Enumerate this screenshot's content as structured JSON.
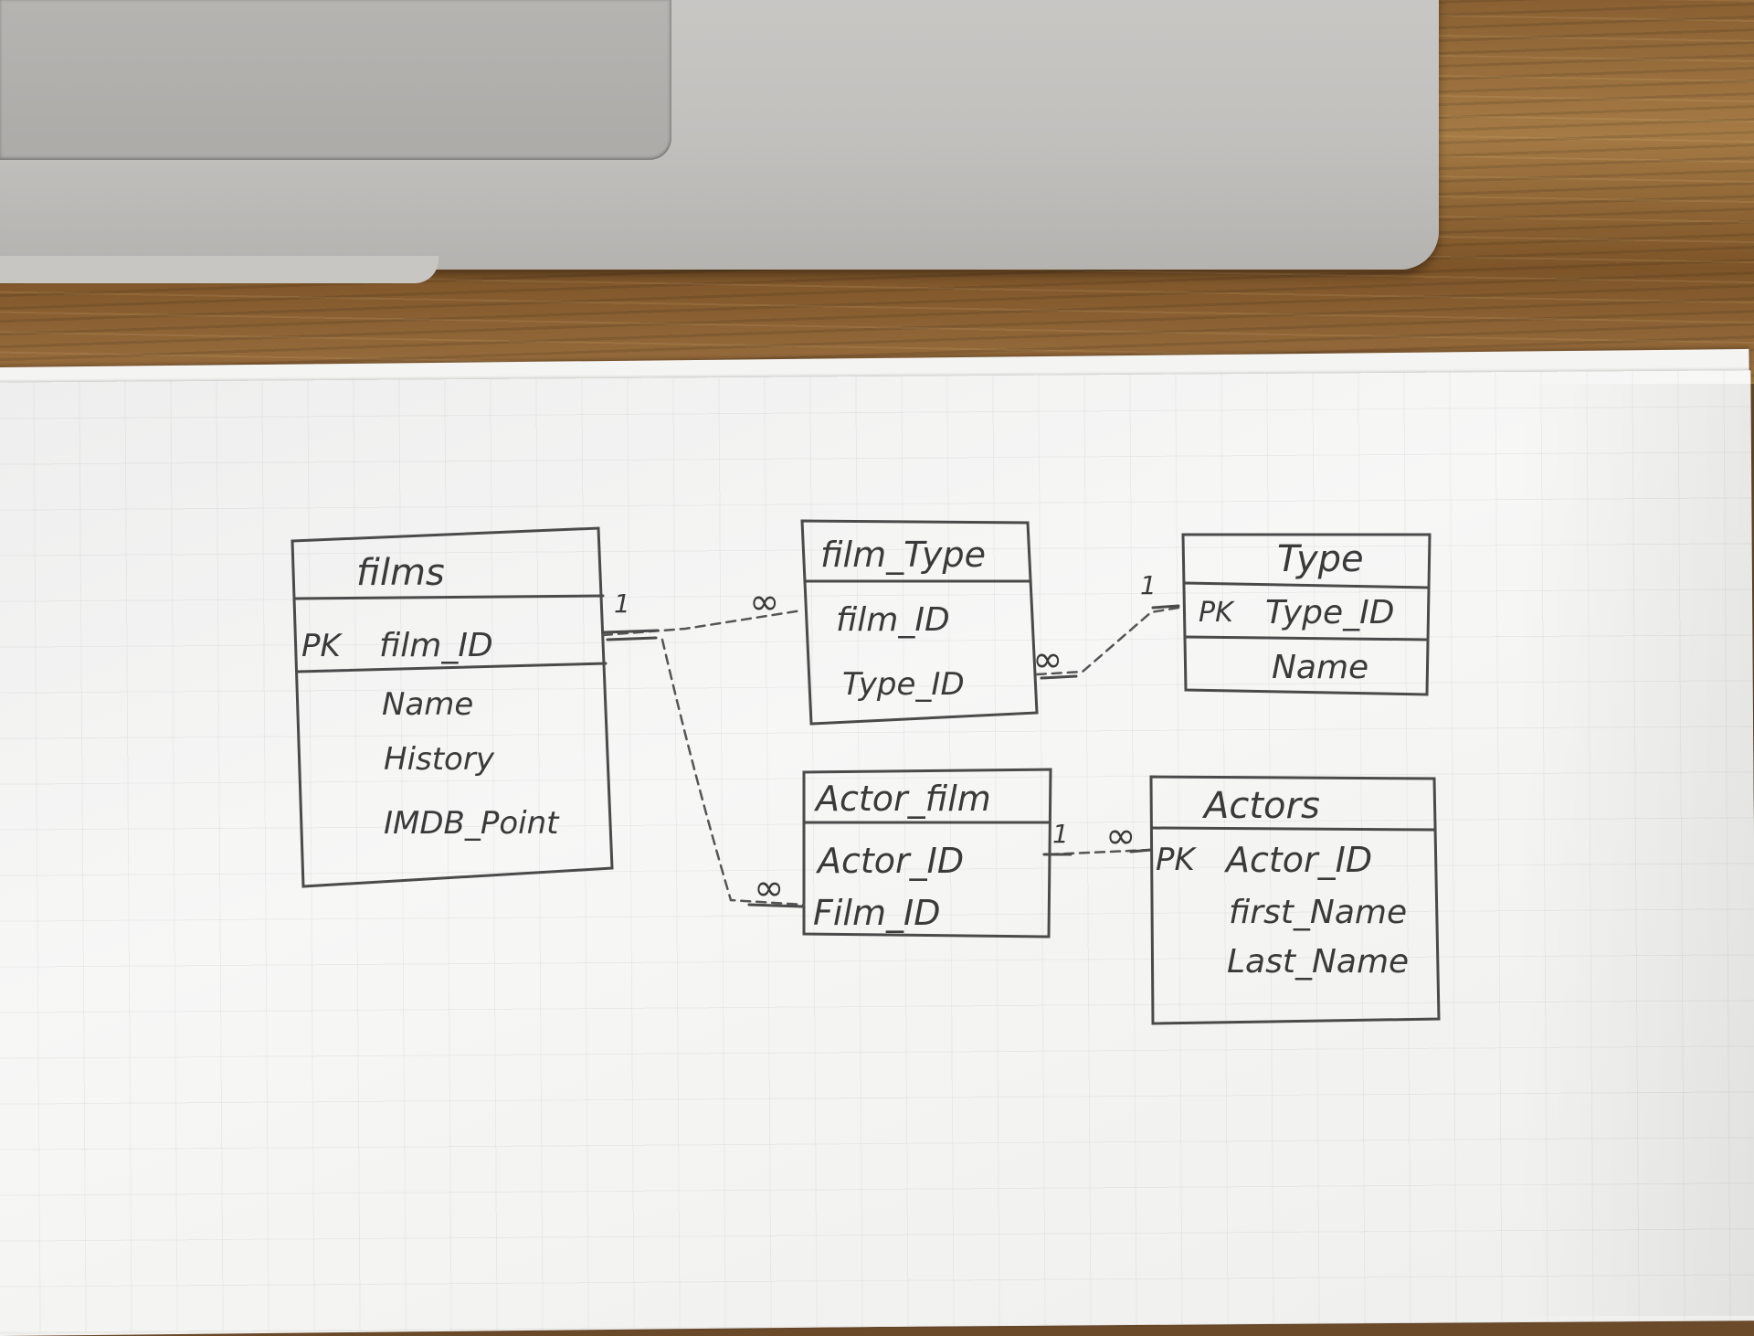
{
  "entities": {
    "films": {
      "title": "films",
      "pk_label": "PK",
      "fields": [
        "film_ID",
        "Name",
        "History",
        "IMDB_Point"
      ]
    },
    "film_type": {
      "title": "film_Type",
      "fields": [
        "film_ID",
        "Type_ID"
      ]
    },
    "type": {
      "title": "Type",
      "pk_label": "PK",
      "fields": [
        "Type_ID",
        "Name"
      ]
    },
    "actor_film": {
      "title": "Actor_film",
      "fields": [
        "Actor_ID",
        "Film_ID"
      ]
    },
    "actors": {
      "title": "Actors",
      "pk_label": "PK",
      "fields": [
        "Actor_ID",
        "first_Name",
        "Last_Name"
      ]
    }
  },
  "relationships": [
    {
      "from": "films.film_ID",
      "to": "film_Type.film_ID",
      "from_card": "1",
      "to_card": "∞"
    },
    {
      "from": "films.film_ID",
      "to": "Actor_film.Film_ID",
      "from_card": "1",
      "to_card": "∞"
    },
    {
      "from": "Type.Type_ID",
      "to": "film_Type.Type_ID",
      "from_card": "1",
      "to_card": "∞"
    },
    {
      "from": "Actor_film.Actor_ID",
      "to": "Actors.Actor_ID",
      "from_card": "1",
      "to_card": "∞"
    }
  ],
  "colors": {
    "pencil": "#3a3a3a",
    "paper": "#f4f4f2",
    "desk": "#8a6032",
    "laptop": "#c6c4c1"
  }
}
